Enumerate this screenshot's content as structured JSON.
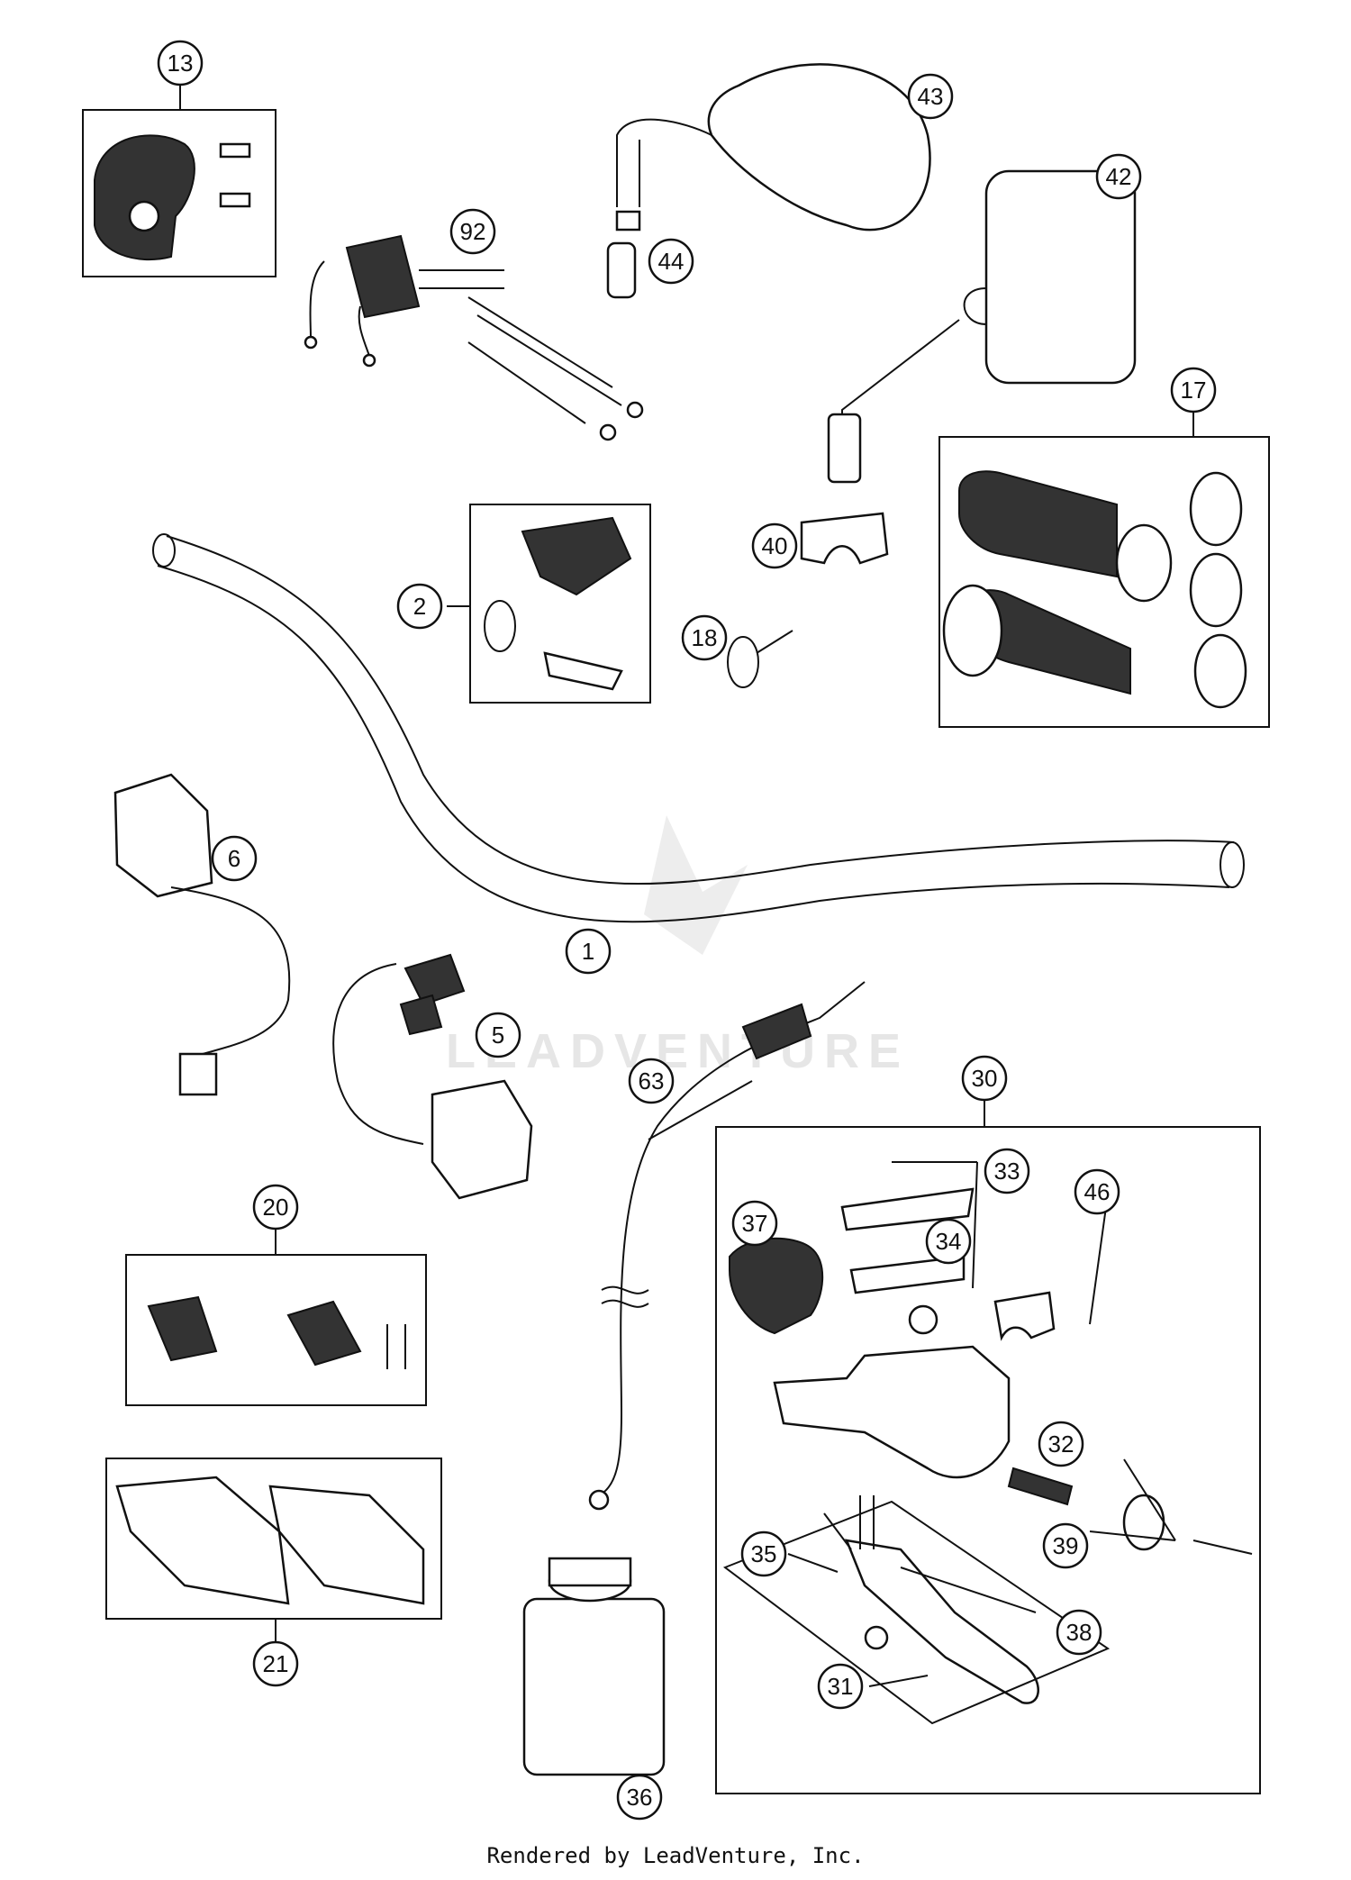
{
  "watermark": {
    "text": "LEADVENTURE"
  },
  "footer": {
    "text": "Rendered by LeadVenture, Inc."
  },
  "callouts": [
    {
      "id": "13",
      "label": "13"
    },
    {
      "id": "43",
      "label": "43"
    },
    {
      "id": "42",
      "label": "42"
    },
    {
      "id": "92",
      "label": "92"
    },
    {
      "id": "44",
      "label": "44"
    },
    {
      "id": "17",
      "label": "17"
    },
    {
      "id": "40",
      "label": "40"
    },
    {
      "id": "2",
      "label": "2"
    },
    {
      "id": "18",
      "label": "18"
    },
    {
      "id": "6",
      "label": "6"
    },
    {
      "id": "1",
      "label": "1"
    },
    {
      "id": "5",
      "label": "5"
    },
    {
      "id": "63",
      "label": "63"
    },
    {
      "id": "30",
      "label": "30"
    },
    {
      "id": "20",
      "label": "20"
    },
    {
      "id": "33",
      "label": "33"
    },
    {
      "id": "37",
      "label": "37"
    },
    {
      "id": "46",
      "label": "46"
    },
    {
      "id": "34",
      "label": "34"
    },
    {
      "id": "32",
      "label": "32"
    },
    {
      "id": "39",
      "label": "39"
    },
    {
      "id": "35",
      "label": "35"
    },
    {
      "id": "38",
      "label": "38"
    },
    {
      "id": "21",
      "label": "21"
    },
    {
      "id": "31",
      "label": "31"
    },
    {
      "id": "36",
      "label": "36"
    }
  ]
}
